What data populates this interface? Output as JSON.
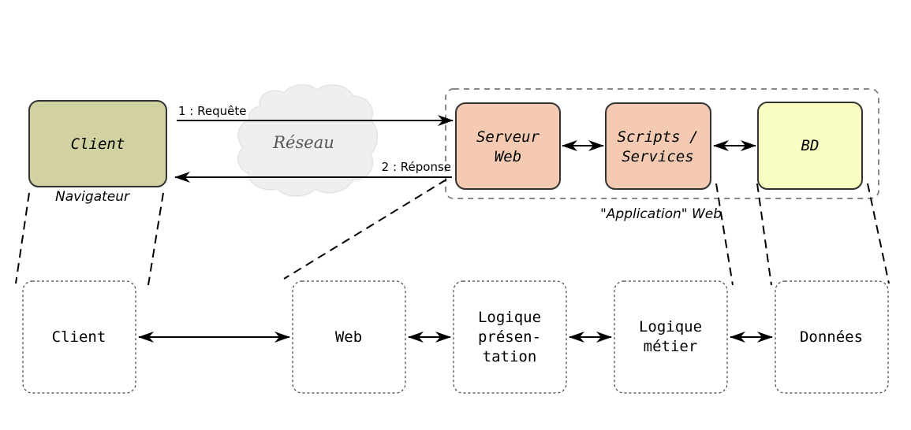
{
  "top": {
    "client": {
      "label": "Client",
      "caption": "Navigateur",
      "fill": "#d1d1a1"
    },
    "network": {
      "label": "Réseau",
      "fill": "#efefef"
    },
    "request_label": "1 : Requête",
    "response_label": "2 : Réponse",
    "web_server": {
      "label_line1": "Serveur",
      "label_line2": "Web",
      "fill": "#f4cbb2"
    },
    "scripts": {
      "label_line1": "Scripts /",
      "label_line2": "Services",
      "fill": "#f4cbb2"
    },
    "db": {
      "label": "BD",
      "fill": "#fafdc1"
    },
    "app_group_caption": "\"Application\" Web"
  },
  "tiers": [
    {
      "lines": [
        "Client"
      ]
    },
    {
      "lines": [
        "Web"
      ]
    },
    {
      "lines": [
        "Logique",
        "présen-",
        "tation"
      ]
    },
    {
      "lines": [
        "Logique",
        "métier"
      ]
    },
    {
      "lines": [
        "Données"
      ]
    }
  ]
}
